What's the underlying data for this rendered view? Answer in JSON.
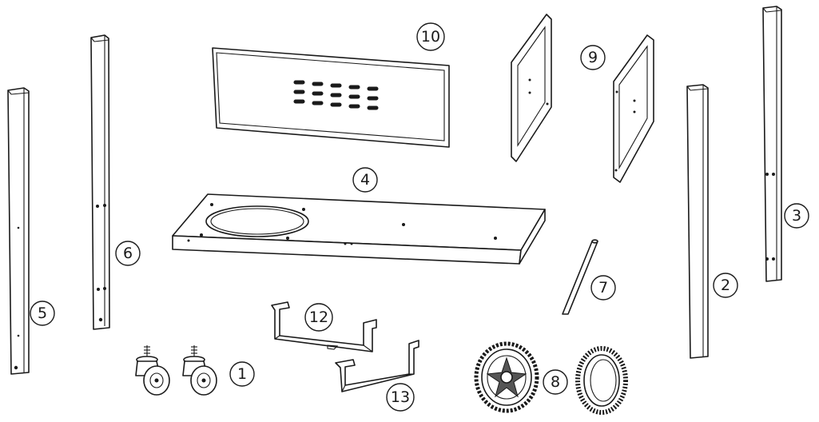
{
  "callouts": {
    "p1": "1",
    "p2": "2",
    "p3": "3",
    "p4": "4",
    "p5": "5",
    "p6": "6",
    "p7": "7",
    "p8": "8",
    "p9": "9",
    "p10": "10",
    "p12": "12",
    "p13": "13"
  }
}
